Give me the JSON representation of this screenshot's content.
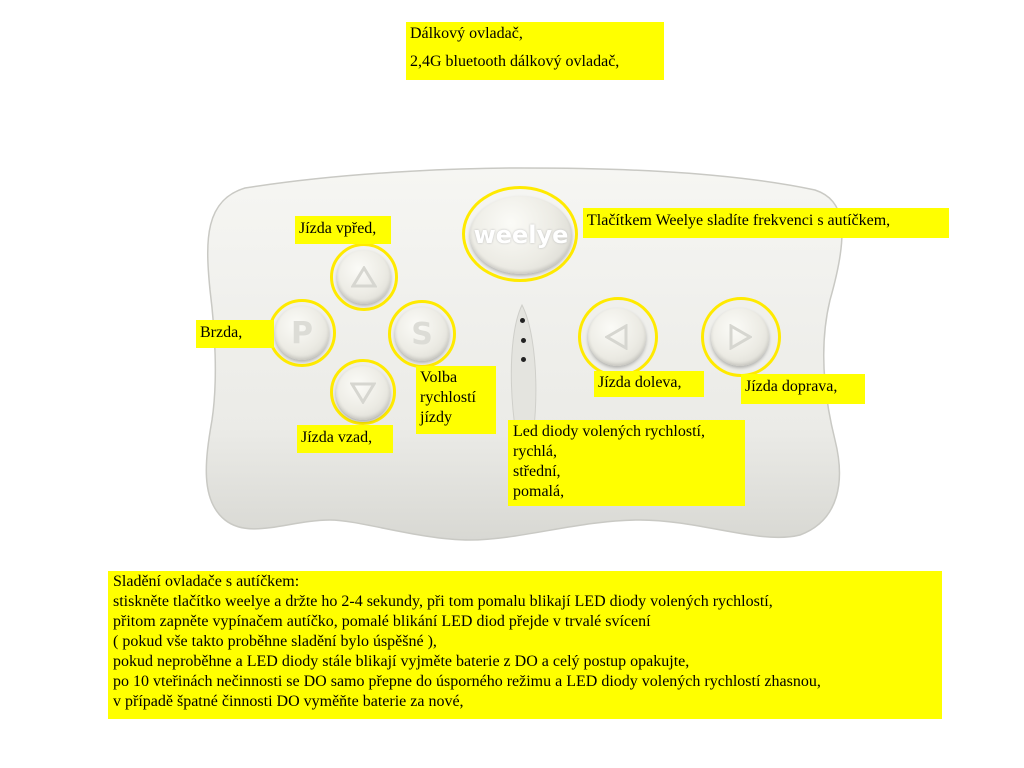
{
  "header": {
    "line1": "Dálkový ovladač,",
    "line2": "2,4G bluetooth dálkový ovladač,"
  },
  "remote": {
    "brand_text": "weelye",
    "p_glyph": "P",
    "s_glyph": "S",
    "body_color": "#eeeeea",
    "highlight_color": "#ffff00"
  },
  "labels": {
    "forward": "Jízda vpřed,",
    "backward": "Jízda vzad,",
    "brake": "Brzda,",
    "speed": [
      "Volba",
      "rychlostí",
      "jízdy"
    ],
    "weelye_button": "Tlačítkem Weelye sladíte frekvenci s autíčkem,",
    "left": "Jízda doleva,",
    "right": "Jízda doprava,",
    "leds": [
      "Led diody volených rychlostí,",
      "rychlá,",
      "střední,",
      "pomalá,"
    ]
  },
  "instructions": {
    "lines": [
      "Sladění ovladače s autíčkem:",
      "stiskněte tlačítko weelye a držte ho 2-4 sekundy, při tom pomalu blikají LED diody volených rychlostí,",
      "přitom zapněte vypínačem autíčko, pomalé blikání LED diod přejde v trvalé svícení",
      "( pokud vše takto proběhne sladění bylo úspěšné ),",
      "pokud neproběhne a LED diody stále blikají vyjměte baterie z DO a celý postup opakujte,",
      "po 10 vteřinách nečinnosti se DO samo přepne do úsporného režimu a LED diody volených rychlostí zhasnou,",
      "v případě špatné činnosti DO vyměňte baterie za nové,"
    ]
  }
}
